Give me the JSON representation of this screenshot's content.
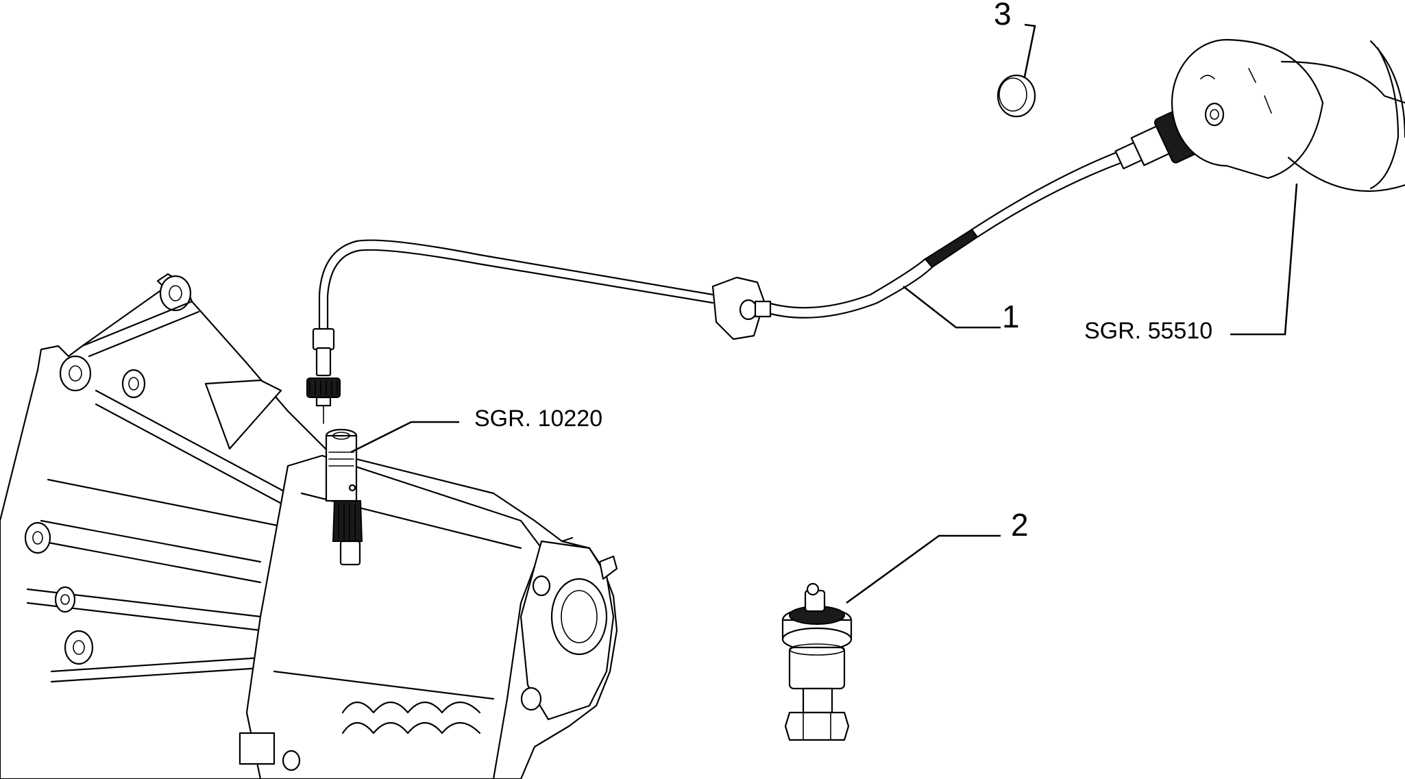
{
  "callouts": {
    "cable": "1",
    "sensor": "2",
    "cap": "3"
  },
  "references": {
    "gearbox_group": "SGR. 10220",
    "instrument_group": "SGR. 55510"
  }
}
